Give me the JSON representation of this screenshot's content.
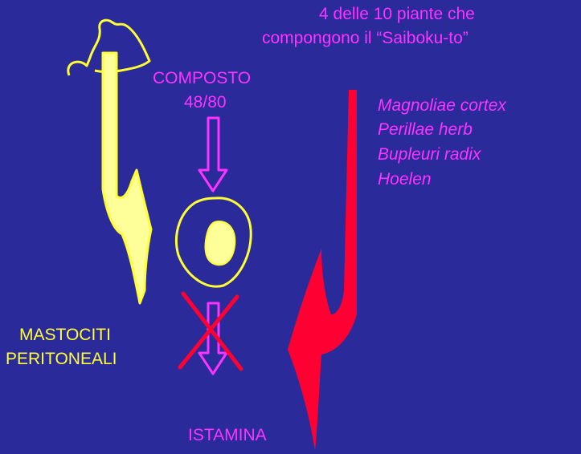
{
  "title": {
    "line1": "4 delle 10 piante che",
    "line2": "compongono il “Saiboku-to”"
  },
  "composto": {
    "line1": "COMPOSTO",
    "line2": "48/80"
  },
  "plants": [
    "Magnoliae cortex",
    "Perillae herb",
    "Bupleuri radix",
    "Hoelen"
  ],
  "mastociti": {
    "line1": "MASTOCITI",
    "line2": "PERITONEALI"
  },
  "istamina": "ISTAMINA",
  "colors": {
    "background": "#2a2a9a",
    "magenta": "#ff33ff",
    "yellow": "#ffff33",
    "pale_yellow": "#ffff99",
    "red": "#ff0033"
  }
}
